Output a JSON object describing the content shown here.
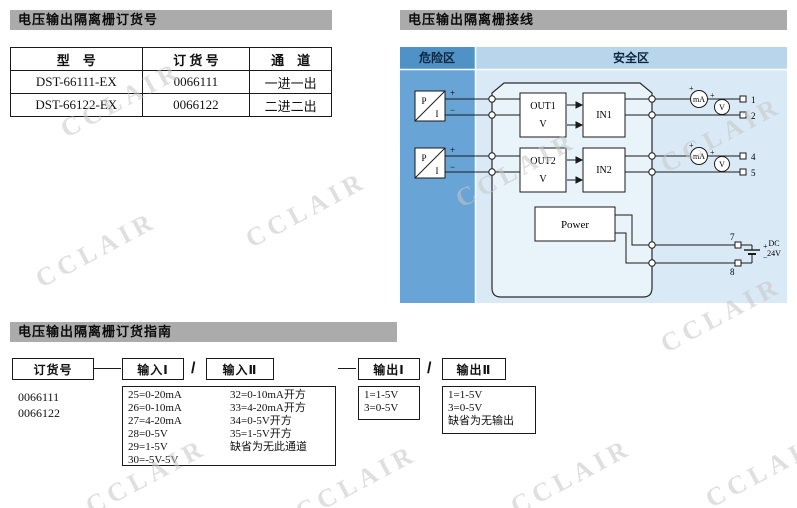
{
  "watermark": "CCLAIR",
  "order": {
    "title": "电压输出隔离栅订货号",
    "table": {
      "headers": [
        "型　号",
        "订 货 号",
        "通　道"
      ],
      "rows": [
        {
          "model": "DST-66111-EX",
          "order_no": "0066111",
          "channels": "一进一出"
        },
        {
          "model": "DST-66122-EX",
          "order_no": "0066122",
          "channels": "二进二出"
        }
      ]
    }
  },
  "wiring": {
    "title": "电压输出隔离栅接线",
    "danger_zone": "危险区",
    "safe_zone": "安全区",
    "transmitter": {
      "p": "P",
      "i": "I"
    },
    "plus": "+",
    "minus": "−",
    "blocks": {
      "out1": "OUT1",
      "out1_unit": "V",
      "in1": "IN1",
      "out2": "OUT2",
      "out2_unit": "V",
      "in2": "IN2",
      "power": "Power"
    },
    "meters": {
      "ma": "mA",
      "v": "V"
    },
    "terminals": {
      "t1": "1",
      "t2": "2",
      "t4": "4",
      "t5": "5",
      "t7": "7",
      "t8": "8"
    },
    "supply": {
      "dc": "DC",
      "voltage": "24V"
    }
  },
  "guide": {
    "title": "电压输出隔离栅订货指南",
    "order_label": "订货号",
    "order_numbers": [
      "0066111",
      "0066122"
    ],
    "slash": "/",
    "input1": {
      "label": "输入Ⅰ",
      "options": [
        "25=0-20mA",
        "26=0-10mA",
        "27=4-20mA",
        "28=0-5V",
        "29=1-5V",
        "30=-5V-5V"
      ]
    },
    "input2": {
      "label": "输入Ⅱ",
      "options": [
        "32=0-10mA开方",
        "33=4-20mA开方",
        "34=0-5V开方",
        "35=1-5V开方",
        "缺省为无此通道"
      ]
    },
    "output1": {
      "label": "输出Ⅰ",
      "options": [
        "1=1-5V",
        "3=0-5V"
      ]
    },
    "output2": {
      "label": "输出Ⅱ",
      "options": [
        "1=1-5V",
        "3=0-5V",
        "缺省为无输出"
      ]
    }
  }
}
